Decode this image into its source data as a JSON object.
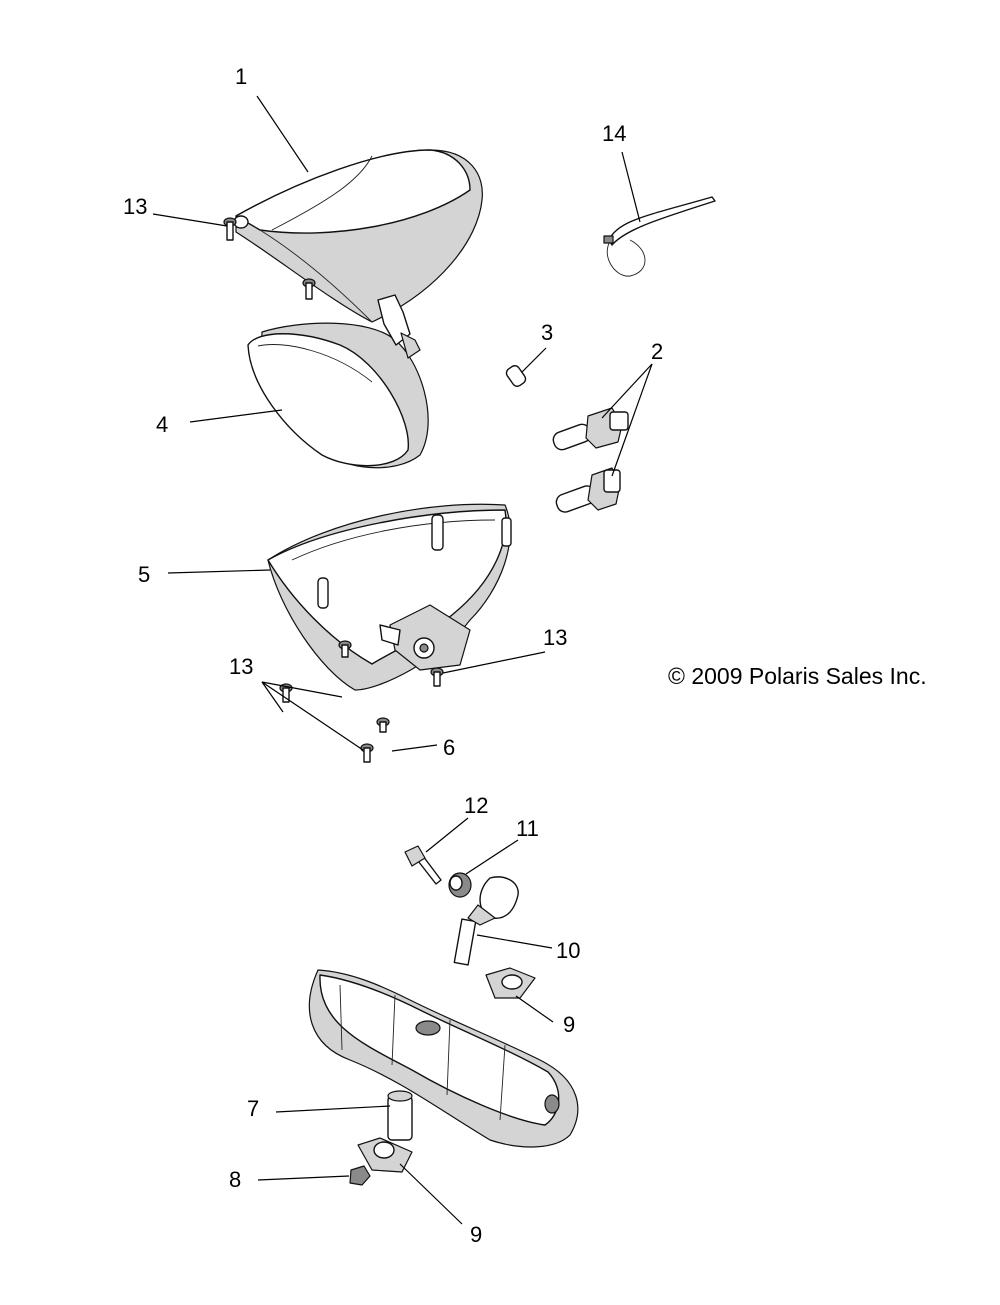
{
  "diagram": {
    "copyright": "© 2009 Polaris Sales Inc.",
    "callouts": [
      "1",
      "14",
      "13",
      "3",
      "2",
      "4",
      "5",
      "13",
      "13",
      "6",
      "12",
      "11",
      "10",
      "9",
      "7",
      "8",
      "9"
    ]
  }
}
